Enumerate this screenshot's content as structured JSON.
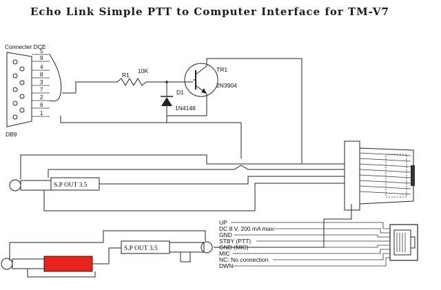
{
  "title": "Echo Link Simple PTT to Computer Interface for TM-V7",
  "db9": {
    "header": "Connecter DCE",
    "name": "DB9",
    "pins": [
      "5",
      "9",
      "4",
      "8",
      "3",
      "7",
      "2",
      "6",
      "1"
    ]
  },
  "components": {
    "resistor_ref": "R1",
    "resistor_value": "10K",
    "diode_ref": "D1",
    "diode_part": "1N4148",
    "transistor_ref": "TR1",
    "transistor_part": "2N3904"
  },
  "plugs": {
    "upper_label": "S.P OUT 3.5",
    "lower_label": "S.P OUT 3.5"
  },
  "pinout": [
    "UP",
    "DC 8 V, 200 mA max.",
    "GND",
    "STBY (PTT)",
    "GND (MIC)",
    "MIC",
    "NC: No connection",
    "DWN"
  ]
}
